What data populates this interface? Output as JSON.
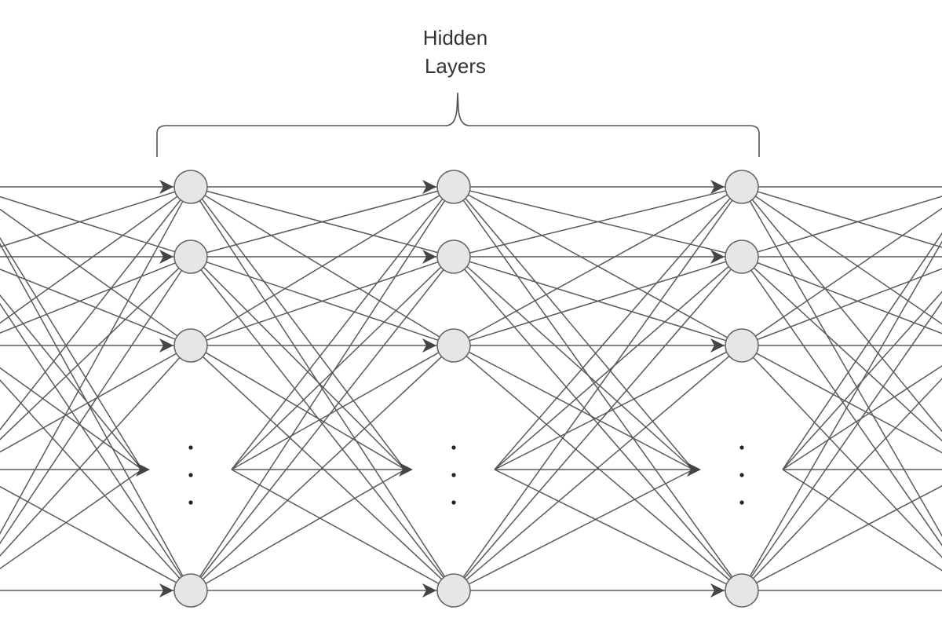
{
  "diagram": {
    "title_lines": [
      "Hidden",
      "Layers"
    ],
    "layer_count": 3,
    "nodes_per_layer": 5,
    "ellipsis": "⋮",
    "colors": {
      "edge": "#5a5a5a",
      "arrow": "#444444",
      "node_fill": "#e6e6e6",
      "node_stroke": "#666666",
      "bracket": "#555555",
      "text": "#333333"
    }
  }
}
